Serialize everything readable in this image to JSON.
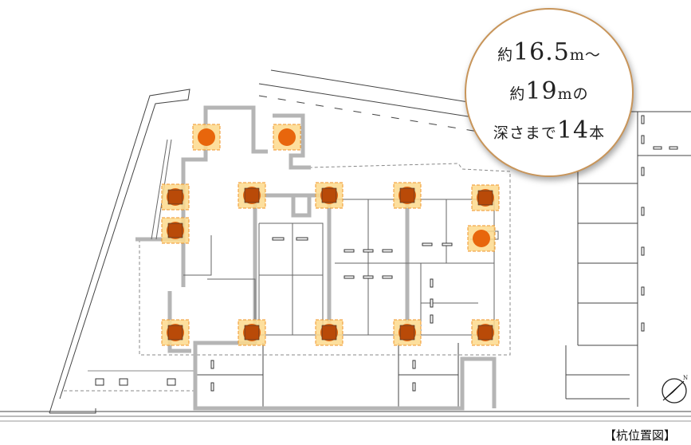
{
  "badge": {
    "line1_prefix": "約",
    "line1_value": "16.5",
    "line1_suffix": "m〜",
    "line2_prefix": "約",
    "line2_value": "19",
    "line2_suffix": "mの",
    "line3_prefix": "深さまで",
    "line3_value": "14",
    "line3_suffix": "本"
  },
  "caption": "【杭位置図】",
  "compass_label": "N",
  "pile_count": 14,
  "colors": {
    "pile_fill": "#e8660c",
    "column": "#b94a08",
    "zone": "#fdd98c",
    "zone_border": "#f0962a",
    "wall": "#b5b5b5",
    "badge_border": "#c8955a"
  }
}
